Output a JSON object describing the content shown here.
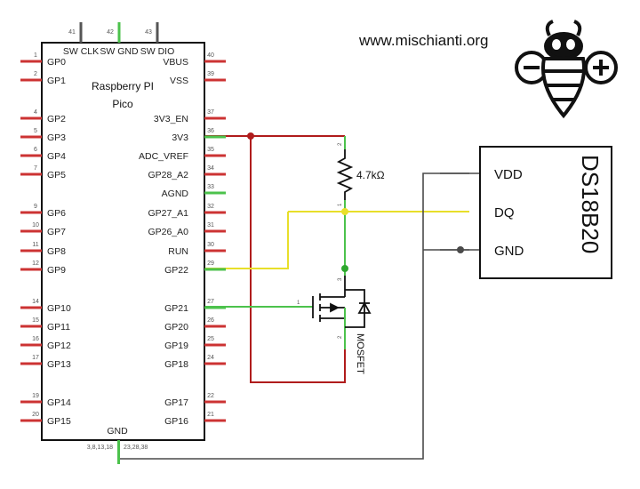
{
  "site": "www.mischianti.org",
  "pico": {
    "title_line1": "Raspberry PI",
    "title_line2": "Pico",
    "gnd_label": "GND",
    "gnd_pins_left": "3,8,13,18",
    "gnd_pins_right": "23,28,38",
    "top_pins": [
      {
        "num": "41",
        "label": "SW CLK"
      },
      {
        "num": "42",
        "label": "SW GND"
      },
      {
        "num": "43",
        "label": "SW DIO"
      }
    ],
    "left_pins": [
      {
        "num": "1",
        "label": "GP0"
      },
      {
        "num": "2",
        "label": "GP1"
      },
      {
        "num": "4",
        "label": "GP2"
      },
      {
        "num": "5",
        "label": "GP3"
      },
      {
        "num": "6",
        "label": "GP4"
      },
      {
        "num": "7",
        "label": "GP5"
      },
      {
        "num": "9",
        "label": "GP6"
      },
      {
        "num": "10",
        "label": "GP7"
      },
      {
        "num": "11",
        "label": "GP8"
      },
      {
        "num": "12",
        "label": "GP9"
      },
      {
        "num": "14",
        "label": "GP10"
      },
      {
        "num": "15",
        "label": "GP11"
      },
      {
        "num": "16",
        "label": "GP12"
      },
      {
        "num": "17",
        "label": "GP13"
      },
      {
        "num": "19",
        "label": "GP14"
      },
      {
        "num": "20",
        "label": "GP15"
      }
    ],
    "right_pins": [
      {
        "num": "40",
        "label": "VBUS"
      },
      {
        "num": "39",
        "label": "VSS"
      },
      {
        "num": "37",
        "label": "3V3_EN"
      },
      {
        "num": "36",
        "label": "3V3"
      },
      {
        "num": "35",
        "label": "ADC_VREF"
      },
      {
        "num": "34",
        "label": "GP28_A2"
      },
      {
        "num": "33",
        "label": "AGND"
      },
      {
        "num": "32",
        "label": "GP27_A1"
      },
      {
        "num": "31",
        "label": "GP26_A0"
      },
      {
        "num": "30",
        "label": "RUN"
      },
      {
        "num": "29",
        "label": "GP22"
      },
      {
        "num": "27",
        "label": "GP21"
      },
      {
        "num": "26",
        "label": "GP20"
      },
      {
        "num": "25",
        "label": "GP19"
      },
      {
        "num": "24",
        "label": "GP18"
      },
      {
        "num": "22",
        "label": "GP17"
      },
      {
        "num": "21",
        "label": "GP16"
      }
    ]
  },
  "resistor": {
    "value": "4.7kΩ",
    "pin_top": "2",
    "pin_bottom": "1"
  },
  "mosfet": {
    "label": "MOSFET",
    "pin_gate": "1",
    "pin_drain": "3",
    "pin_source": "2"
  },
  "sensor": {
    "name": "DS18B20",
    "pins": [
      {
        "label": "VDD"
      },
      {
        "label": "DQ"
      },
      {
        "label": "GND"
      }
    ]
  },
  "colors": {
    "power": "#b01c1c",
    "signal": "#e8df2a",
    "control": "#4cc24c",
    "ground": "#4a4a4a",
    "pin": "#cc3333"
  }
}
